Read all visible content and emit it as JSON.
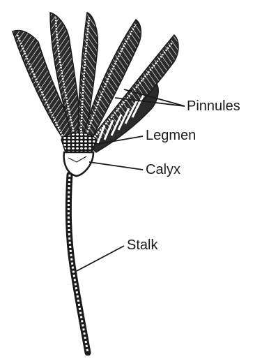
{
  "labels": {
    "pinnules": "Pinnules",
    "legmen": "Legmen",
    "calyx": "Calyx",
    "stalk": "Stalk"
  },
  "colors": {
    "ink": "#1a1a1a",
    "arm_fill": "#2b2b2b",
    "background": "#ffffff"
  }
}
